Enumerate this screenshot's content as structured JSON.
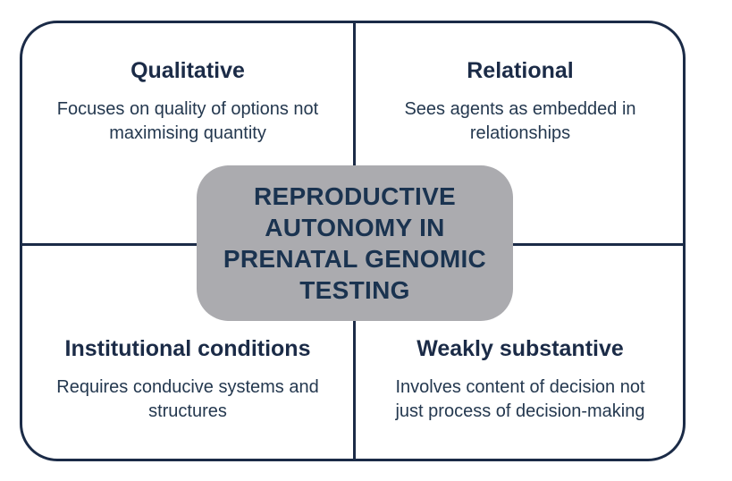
{
  "colors": {
    "line": "#1b2b47",
    "heading": "#1b2b47",
    "body": "#24384f",
    "center_bg": "#ababaf",
    "center_text": "#1a3350"
  },
  "center": {
    "title": "REPRODUCTIVE\nAUTONOMY IN\nPRENATAL GENOMIC\nTESTING"
  },
  "quadrants": [
    {
      "id": "top-left",
      "heading": "Qualitative",
      "body": "Focuses on quality of options not\nmaximising quantity"
    },
    {
      "id": "top-right",
      "heading": "Relational",
      "body": "Sees agents as embedded in\nrelationships"
    },
    {
      "id": "bottom-left",
      "heading": "Institutional conditions",
      "body": "Requires conducive systems and\nstructures"
    },
    {
      "id": "bottom-right",
      "heading": "Weakly substantive",
      "body": "Involves content of decision not\njust process of decision-making"
    }
  ]
}
